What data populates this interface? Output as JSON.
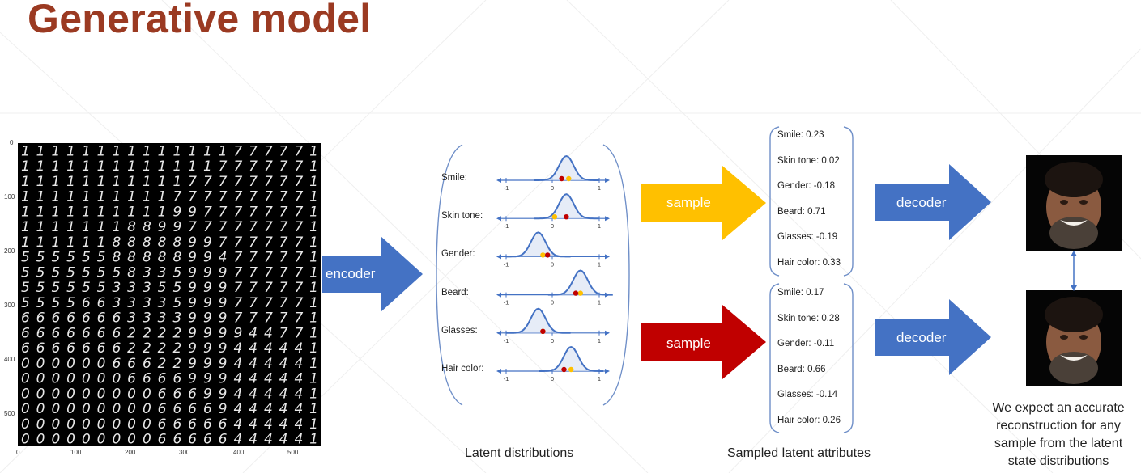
{
  "slide": {
    "title": "Generative model"
  },
  "mnist_plot": {
    "y_ticks": [
      "0",
      "100",
      "200",
      "300",
      "400",
      "500"
    ],
    "x_ticks": [
      "0",
      "100",
      "200",
      "300",
      "400",
      "500"
    ]
  },
  "arrows": {
    "encoder_label": "encoder",
    "sample_top_label": "sample",
    "sample_bottom_label": "sample",
    "decoder_top_label": "decoder",
    "decoder_bottom_label": "decoder",
    "colors": {
      "blue": "#4472c4",
      "yellow": "#ffc000",
      "red": "#c00000"
    }
  },
  "latent_distributions": {
    "caption": "Latent distributions",
    "axis_ticks": [
      "-1",
      "0",
      "1"
    ],
    "attributes": [
      {
        "label": "Smile:",
        "mean": 0.3,
        "yellow": 0.35,
        "red": 0.2
      },
      {
        "label": "Skin tone:",
        "mean": 0.3,
        "yellow": 0.05,
        "red": 0.3
      },
      {
        "label": "Gender:",
        "mean": -0.3,
        "yellow": -0.2,
        "red": -0.1
      },
      {
        "label": "Beard:",
        "mean": 0.6,
        "yellow": 0.6,
        "red": 0.5
      },
      {
        "label": "Glasses:",
        "mean": -0.3,
        "yellow": -0.2,
        "red": -0.2
      },
      {
        "label": "Hair color:",
        "mean": 0.4,
        "yellow": 0.4,
        "red": 0.25
      }
    ]
  },
  "sampled_top": {
    "attributes": [
      "Smile:  0.23",
      "Skin tone: 0.02",
      "Gender: -0.18",
      "Beard: 0.71",
      "Glasses: -0.19",
      "Hair color: 0.33"
    ]
  },
  "sampled_bottom": {
    "attributes": [
      "Smile:  0.17",
      "Skin tone: 0.28",
      "Gender: -0.11",
      "Beard: 0.66",
      "Glasses: -0.14",
      "Hair color: 0.26"
    ]
  },
  "sampled_caption": "Sampled latent attributes",
  "reconstruction_caption": [
    "We expect an accurate",
    "reconstruction for any",
    "sample from the latent",
    "state distributions"
  ]
}
